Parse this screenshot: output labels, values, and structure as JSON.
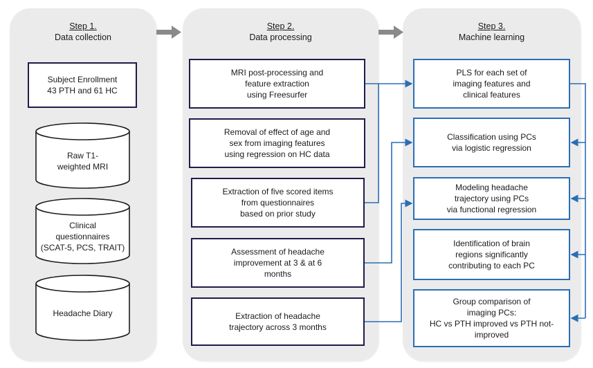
{
  "steps": [
    {
      "step": "Step 1.",
      "name": "Data collection"
    },
    {
      "step": "Step 2.",
      "name": "Data processing"
    },
    {
      "step": "Step 3.",
      "name": "Machine learning"
    }
  ],
  "collection": {
    "enrollment": "Subject Enrollment\n43 PTH and 61 HC",
    "cylinders": [
      "Raw T1-\nweighted MRI",
      "Clinical\nquestionnaires\n(SCAT-5, PCS, TRAIT)",
      "Headache Diary"
    ]
  },
  "processing": [
    "MRI post-processing and\nfeature extraction\nusing Freesurfer",
    "Removal of effect of age and\nsex from imaging features\nusing regression on HC data",
    "Extraction of five scored items\nfrom questionnaires\nbased on prior study",
    "Assessment of headache\nimprovement at 3 & at 6\nmonths",
    "Extraction of headache\ntrajectory across 3 months"
  ],
  "learning": [
    "PLS for each set of\nimaging features and\nclinical features",
    "Classification using PCs\nvia logistic regression",
    "Modeling headache\ntrajectory using PCs\nvia functional regression",
    "Identification of brain\nregions significantly\ncontributing to each PC",
    "Group comparison of\nimaging PCs:\nHC vs PTH improved vs PTH not-\nimproved"
  ],
  "colors": {
    "panel": "#ebebeb",
    "dark_border": "#1e1b4b",
    "blue_connector": "#2a6eb5",
    "step_arrow": "#8a8a8a"
  }
}
